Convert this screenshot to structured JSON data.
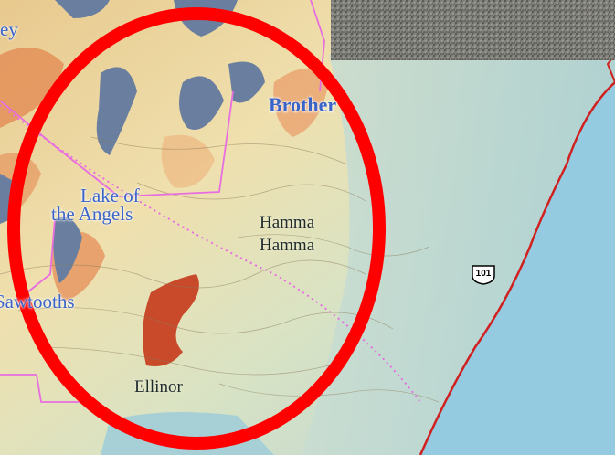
{
  "map": {
    "labels": {
      "corner_partial": "ey",
      "brothers_partial": "Brother",
      "lake_line1": "Lake of",
      "lake_line2": "the Angels",
      "hamma_line1": "Hamma",
      "hamma_line2": "Hamma",
      "sawtooths_partial": "Sawtooths",
      "ellinor": "Ellinor"
    },
    "highway_shield": "101",
    "icons": [
      "highway-shield-icon",
      "red-circle-annotation"
    ],
    "colors": {
      "annotation_red": "#ff0000",
      "label_blue": "#3a64c8",
      "boundary_pink": "#e86ee0",
      "water_blue": "#94cbe0",
      "coastline_red": "#d02020",
      "glacier_slate": "#6a7fa0",
      "peak_rust": "#c84a2a"
    }
  }
}
